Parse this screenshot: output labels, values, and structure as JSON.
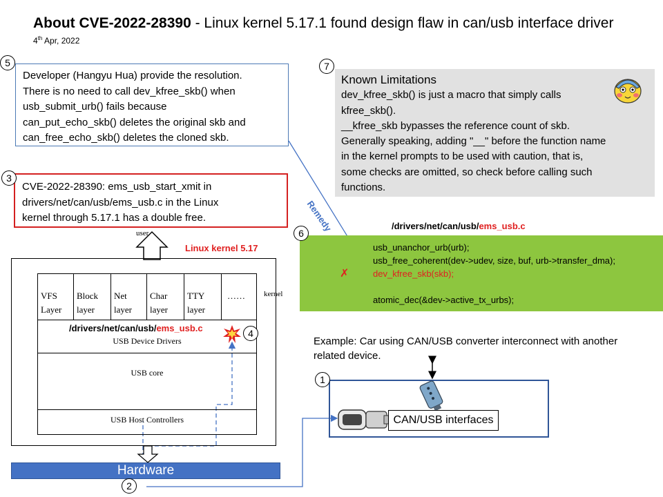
{
  "header": {
    "title_bold": "About CVE-2022-28390",
    "title_rest": " - Linux kernel 5.17.1 found design flaw in can/usb interface driver",
    "date_day": "4",
    "date_suffix": "th",
    "date_rest": " Apr, 2022"
  },
  "markers": [
    "1",
    "2",
    "3",
    "4",
    "5",
    "6",
    "7"
  ],
  "box5": {
    "lines": [
      "Developer (Hangyu Hua) provide the resolution.",
      "There is no need to call dev_kfree_skb() when",
      "usb_submit_urb() fails because",
      "can_put_echo_skb() deletes the original skb and",
      "can_free_echo_skb() deletes the cloned skb."
    ]
  },
  "box3": {
    "lines": [
      "CVE-2022-28390: ems_usb_start_xmit in",
      "drivers/net/can/usb/ems_usb.c in the Linux",
      "kernel through 5.17.1 has a double free."
    ]
  },
  "box7": {
    "heading": "Known Limitations",
    "lines": [
      "dev_kfree_skb() is just a macro that simply calls",
      "kfree_skb().",
      "__kfree_skb bypasses the reference count of skb.",
      "Generally speaking, adding \"__\" before the function name",
      "in the kernel prompts to be used with caution, that is,",
      "some checks are omitted, so check before calling such",
      "functions."
    ]
  },
  "remedy_label": "Remedy",
  "code": {
    "path_prefix": "/drivers/net/can/usb/",
    "path_file": "ems_usb.c",
    "line1": "usb_unanchor_urb(urb);",
    "line2": "usb_free_coherent(dev->udev,  size, buf, urb->transfer_dma);",
    "line3": "dev_kfree_skb(skb);",
    "line4": "atomic_dec(&dev->active_tx_urbs);",
    "cross_mark": "✗"
  },
  "kernel_diagram": {
    "user_label": "user",
    "kernel_version": "Linux kernel 5.17",
    "kernel_label": "kernel",
    "layers": [
      {
        "top": "VFS",
        "bottom": "Layer"
      },
      {
        "top": "Block",
        "bottom": "layer"
      },
      {
        "top": "Net",
        "bottom": "layer"
      },
      {
        "top": "Char",
        "bottom": "layer"
      },
      {
        "top": "TTY",
        "bottom": "layer"
      },
      {
        "top": "……",
        "bottom": ""
      }
    ],
    "driver_path_prefix": "/drivers/net/can/usb/",
    "driver_path_file": "ems_usb.c",
    "usb_device_drivers": "USB Device Drivers",
    "usb_core": "USB core",
    "usb_host_controllers": "USB Host Controllers",
    "hardware": "Hardware"
  },
  "example": {
    "text": "Example: Car using CAN/USB converter interconnect with another related device.",
    "can_label": "CAN/USB interfaces"
  },
  "colors": {
    "accent_blue": "#4472c4",
    "green": "#8dc63f",
    "red": "#e02020",
    "gray": "#e1e1e1"
  }
}
